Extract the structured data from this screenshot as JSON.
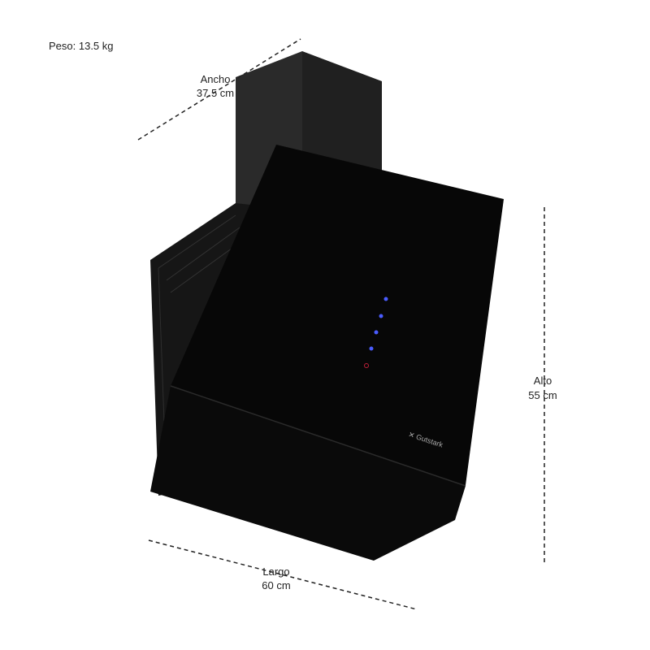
{
  "weight": "Peso: 13.5 kg",
  "width": {
    "label": "Ancho",
    "value": "37.5 cm"
  },
  "height": {
    "label": "Alto",
    "value": "55 cm"
  },
  "length": {
    "label": "Largo",
    "value": "60 cm"
  },
  "brand": "Gutstark",
  "colors": {
    "body": "#1a1a1a",
    "glass": "#060606",
    "led_blue": "#4a5cff",
    "led_red": "#c0203a"
  }
}
